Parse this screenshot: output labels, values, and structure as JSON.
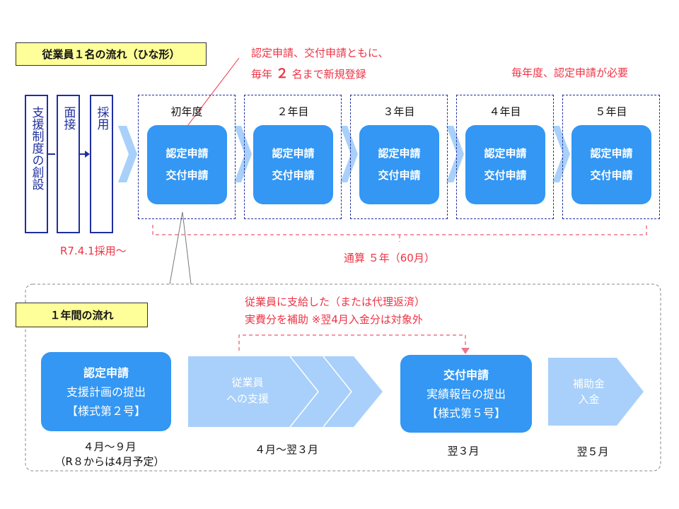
{
  "section1": {
    "title": "従業員１名の流れ（ひな形）",
    "note_line1": "認定申請、交付申請ともに、",
    "note_line2_prefix": "毎年",
    "note_line2_number": "２",
    "note_line2_suffix": "名まで新規登録",
    "note_right": "毎年度、認定申請が必要",
    "steps": [
      "支援制度の創設",
      "面接",
      "採用"
    ],
    "hire_note": "R7.4.1採用～",
    "years": [
      {
        "label": "初年度",
        "btn1": "認定申請",
        "btn2": "交付申請"
      },
      {
        "label": "２年目",
        "btn1": "認定申請",
        "btn2": "交付申請"
      },
      {
        "label": "３年目",
        "btn1": "認定申請",
        "btn2": "交付申請"
      },
      {
        "label": "４年目",
        "btn1": "認定申請",
        "btn2": "交付申請"
      },
      {
        "label": "５年目",
        "btn1": "認定申請",
        "btn2": "交付申請"
      }
    ],
    "total": "通算 ５年（60月）"
  },
  "section2": {
    "title": "１年間の流れ",
    "note_line1": "従業員に支給した（または代理返済）",
    "note_line2": "実費分を補助 ※翌4月入金分は対象外",
    "card1": {
      "title": "認定申請",
      "line1": "支援計画の提出",
      "line2": "【様式第２号】"
    },
    "arrow_support": {
      "line1": "従業員",
      "line2": "への支援"
    },
    "card2": {
      "title": "交付申請",
      "line1": "実績報告の提出",
      "line2": "【様式第５号】"
    },
    "arrow_subsidy": {
      "line1": "補助金",
      "line2": "入金"
    },
    "period1_line1": "４月～９月",
    "period1_line2": "（R８からは4月予定）",
    "period2": "４月～翌３月",
    "period3": "翌３月",
    "period4": "翌５月"
  },
  "colors": {
    "accent_blue": "#3397f3",
    "light_blue": "#a8d0fa",
    "navy": "#1f2f9f",
    "red": "#ee3344",
    "title_yellow": "#ffff99"
  }
}
